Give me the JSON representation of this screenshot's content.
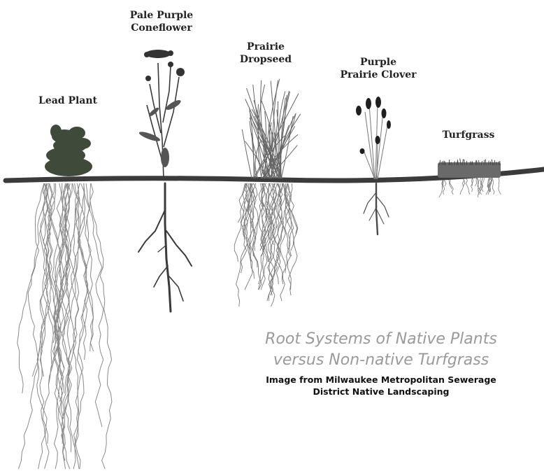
{
  "plants": [
    {
      "id": "lead-plant",
      "label": "Lead Plant"
    },
    {
      "id": "pale-purple-coneflower",
      "label": "Pale Purple\nConeflower"
    },
    {
      "id": "prairie-dropseed",
      "label": "Prairie\nDropseed"
    },
    {
      "id": "purple-prairie-clover",
      "label": "Purple\nPrairie Clover"
    },
    {
      "id": "turfgrass",
      "label": "Turfgrass"
    }
  ],
  "caption": {
    "line1": "Root Systems of Native Plants",
    "line2": "versus Non-native Turfgrass",
    "credit_line1": "Image from Milwaukee Metropolitan Sewerage",
    "credit_line2": "District Native Landscaping"
  },
  "colors": {
    "ground": "#3b3b3b",
    "foliage": "#3f4a3a",
    "roots": "#8a8a8a",
    "caption_gray": "#9a9a9a"
  }
}
